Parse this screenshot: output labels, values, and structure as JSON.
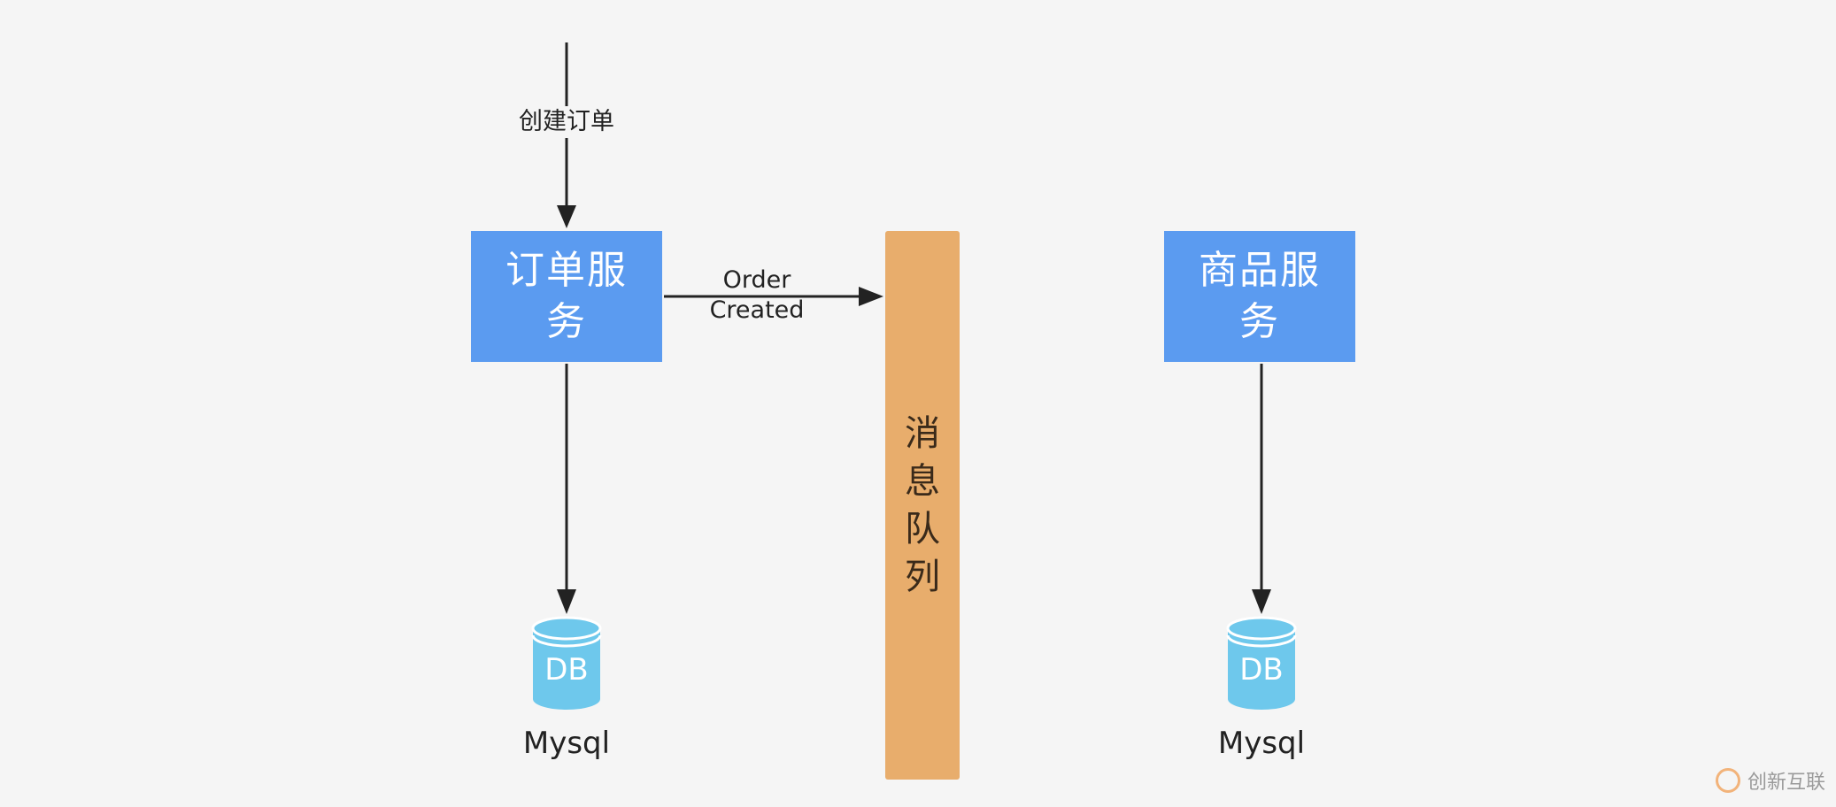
{
  "diagram": {
    "incoming_label": "创建订单",
    "order_service": {
      "label": "订单服务"
    },
    "event_label": "Order Created",
    "queue": {
      "label": "消息队列"
    },
    "product_service": {
      "label": "商品服务"
    },
    "db_left": {
      "icon_text": "DB",
      "caption": "Mysql"
    },
    "db_right": {
      "icon_text": "DB",
      "caption": "Mysql"
    }
  },
  "watermark": {
    "text": "创新互联"
  },
  "colors": {
    "service_box": "#5b9bf0",
    "queue": "#e8ad6c",
    "db": "#6ec8ec",
    "arrow": "#222222",
    "background": "#f5f5f5"
  }
}
